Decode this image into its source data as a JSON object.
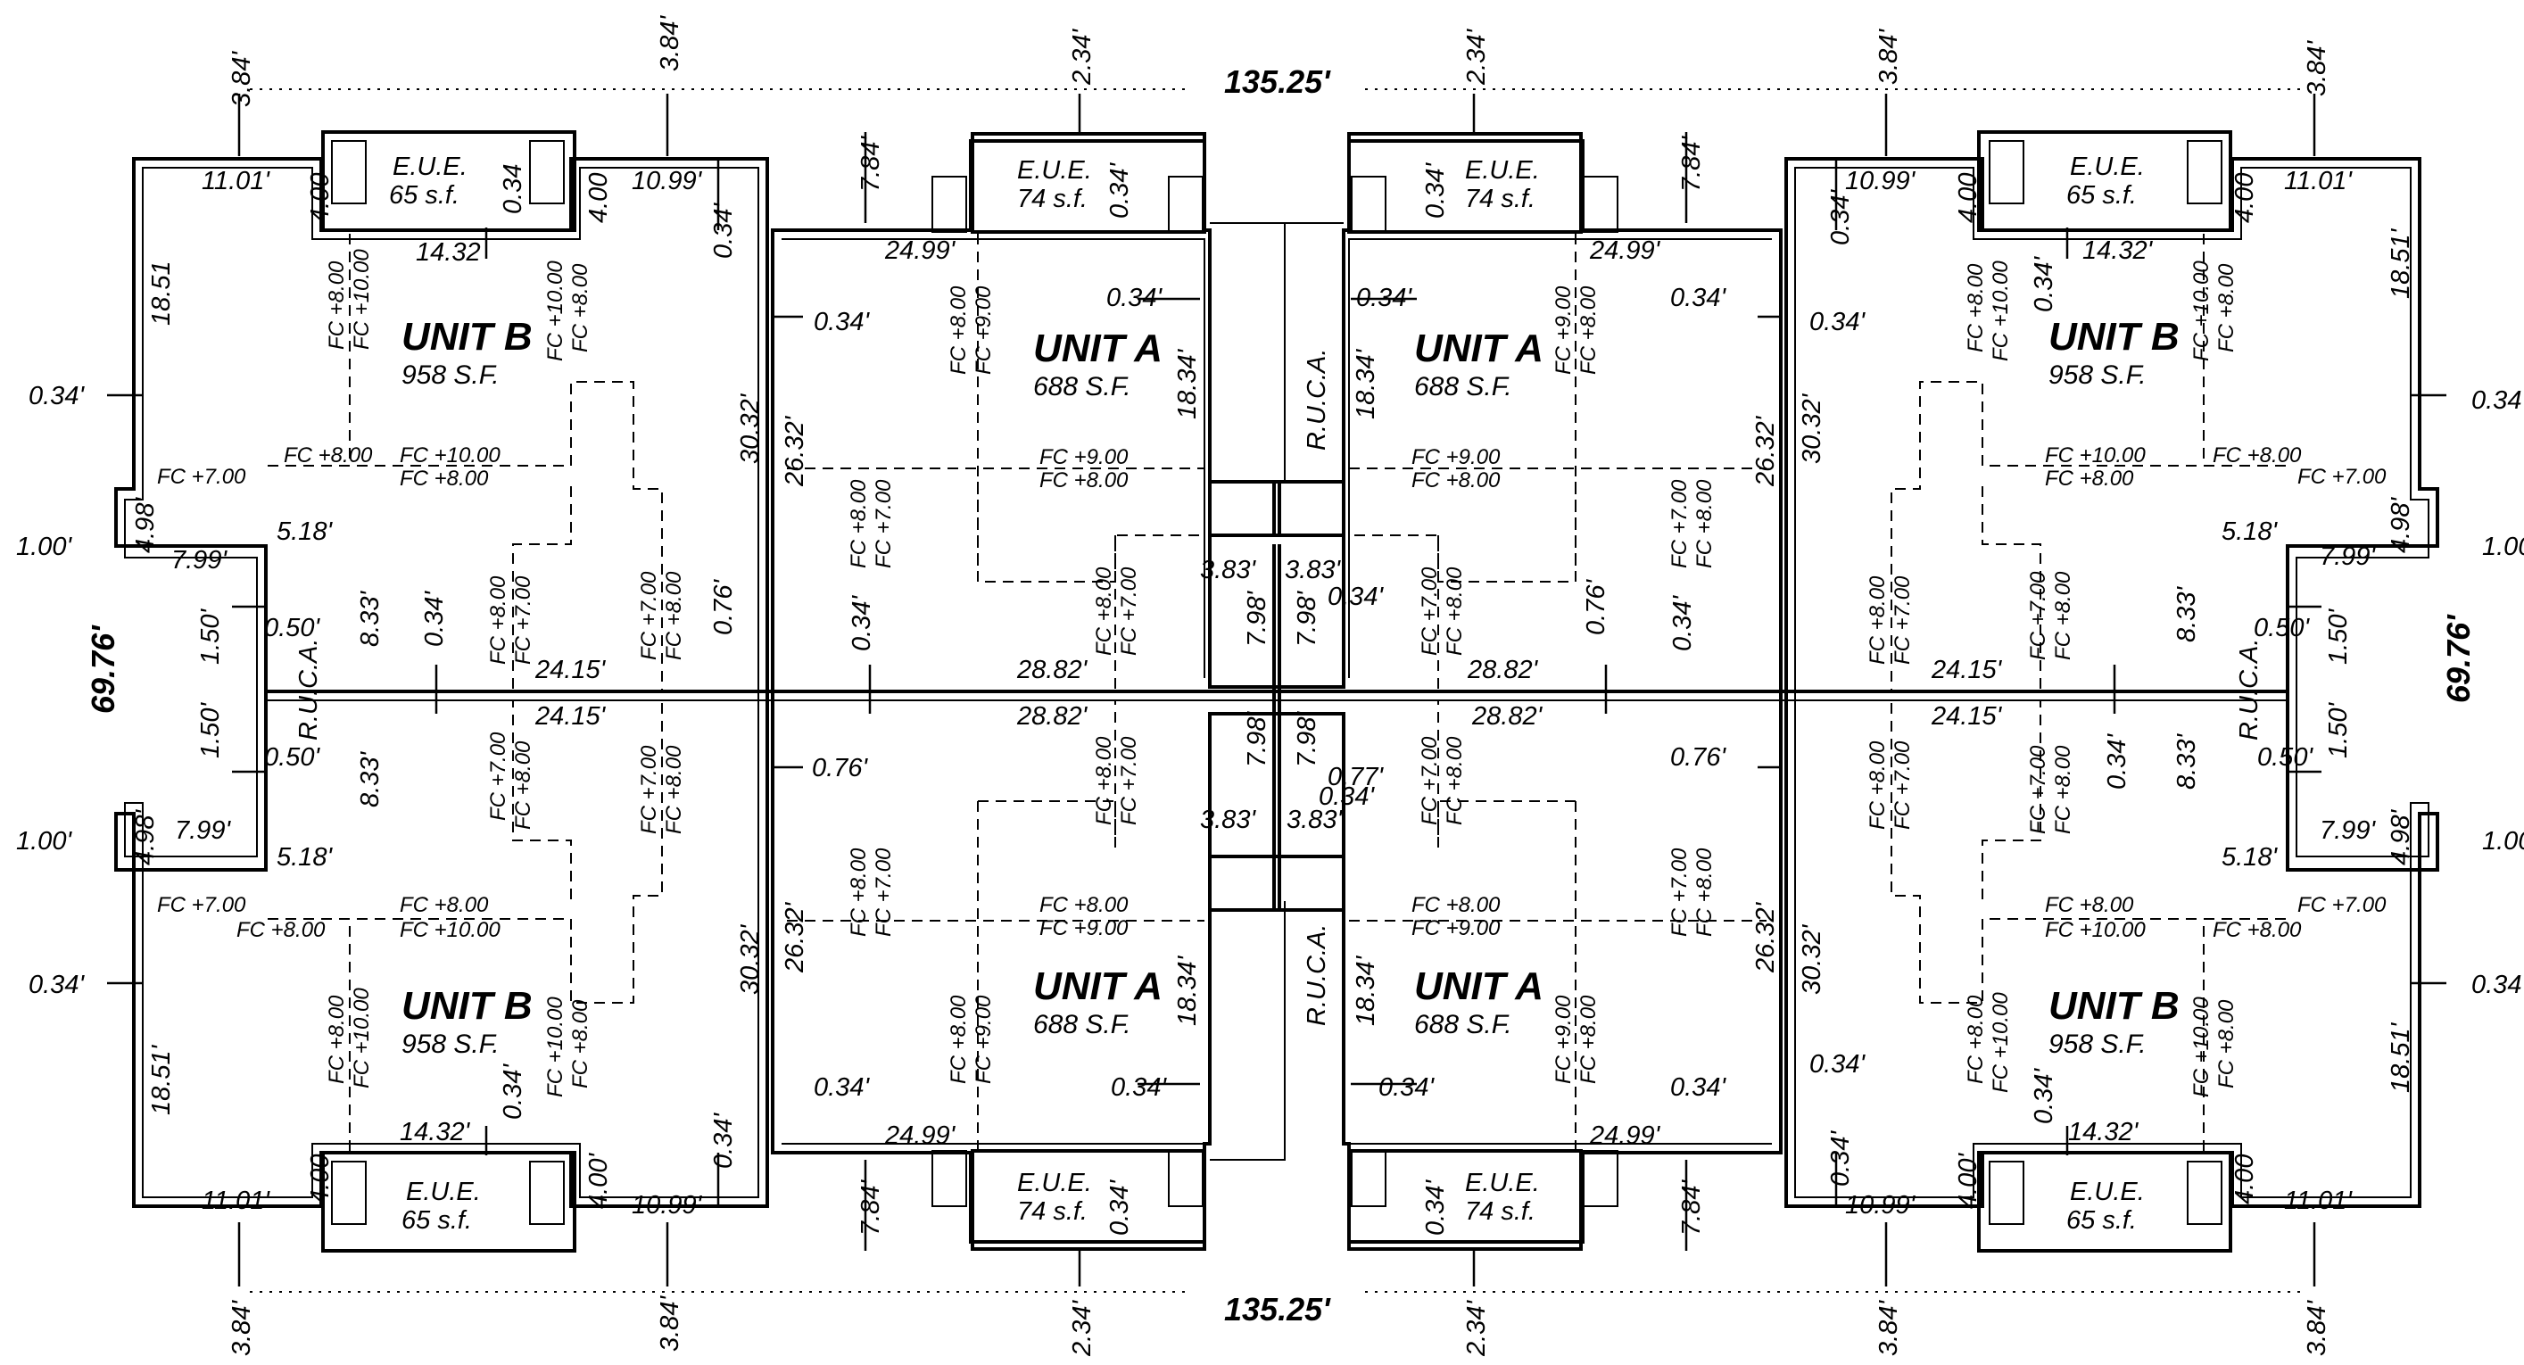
{
  "plan": {
    "overall_width": "135.25'",
    "overall_depth": "69.76'",
    "unit_b": {
      "name": "UNIT B",
      "area": "958 S.F."
    },
    "unit_a": {
      "name": "UNIT A",
      "area": "688 S.F."
    },
    "eue_label": "E.U.E.",
    "eue_b_area": "65 s.f.",
    "eue_a_area": "74 s.f.",
    "ruca": "R.U.C.A.",
    "fc": {
      "p700": "FC +7.00",
      "p800": "FC +8.00",
      "p900": "FC +9.00",
      "p1000": "FC +10.00"
    },
    "dims": {
      "d384": "3.84'",
      "d234": "2.34'",
      "d784": "7.84'",
      "d1101": "11.01'",
      "d1099": "10.99'",
      "d400": "4.00",
      "d400b": "4.00'",
      "d034": "0.34'",
      "d034b": "0.34",
      "d1432": "14.32",
      "d1432b": "14.32'",
      "d1851": "18.51",
      "d1851b": "18.51'",
      "d3032": "30.32'",
      "d2632": "26.32'",
      "d2499": "24.99'",
      "d1834": "18.34'",
      "d383": "3.83'",
      "d798": "7.98'",
      "d2882": "28.82'",
      "d076": "0.76'",
      "d2415": "24.15'",
      "d833": "8.33'",
      "d498": "4.98'",
      "d799": "7.99'",
      "d518": "5.18'",
      "d050": "0.50'",
      "d150": "1.50'",
      "d100": "1.00'",
      "d077": "0.77'"
    }
  }
}
